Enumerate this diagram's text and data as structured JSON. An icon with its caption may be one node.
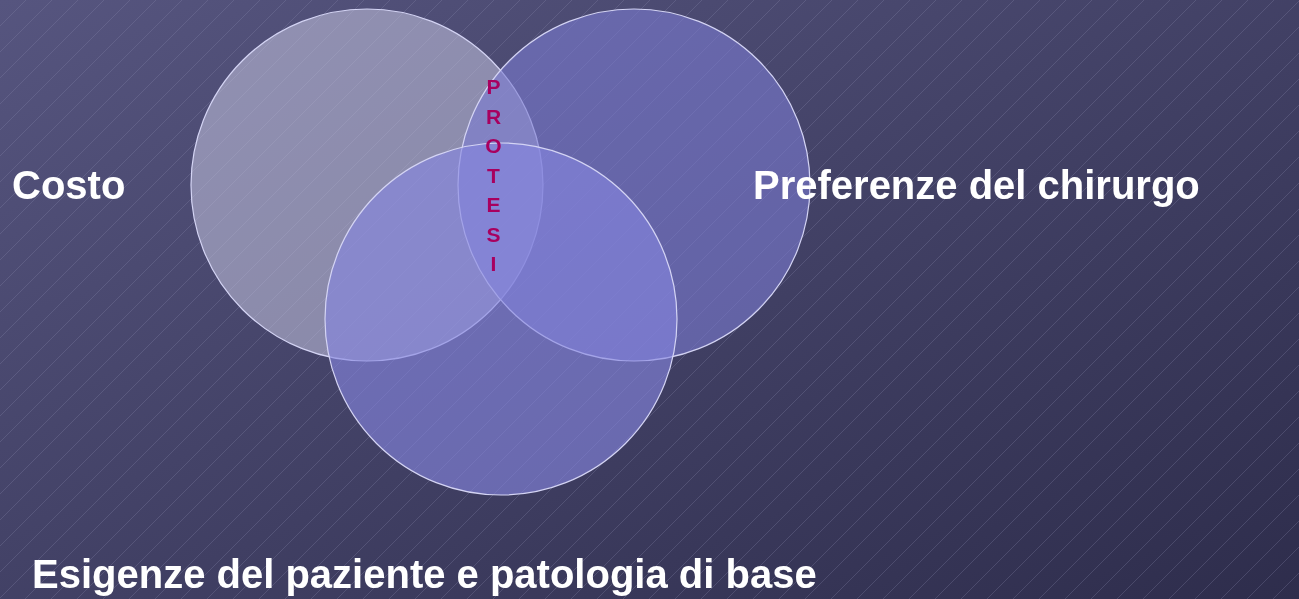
{
  "diagram": {
    "nodes": [
      {
        "text": [],
        "shape": "circle",
        "beside": [
          "Costo"
        ]
      },
      {
        "text": [],
        "shape": "circle",
        "beside": [
          "Preferenze del chirurgo"
        ]
      },
      {
        "text": [],
        "shape": "circle",
        "beside": [
          "Esigenze del paziente e patologia di base"
        ]
      }
    ],
    "labels": [
      "PROTESI"
    ]
  }
}
